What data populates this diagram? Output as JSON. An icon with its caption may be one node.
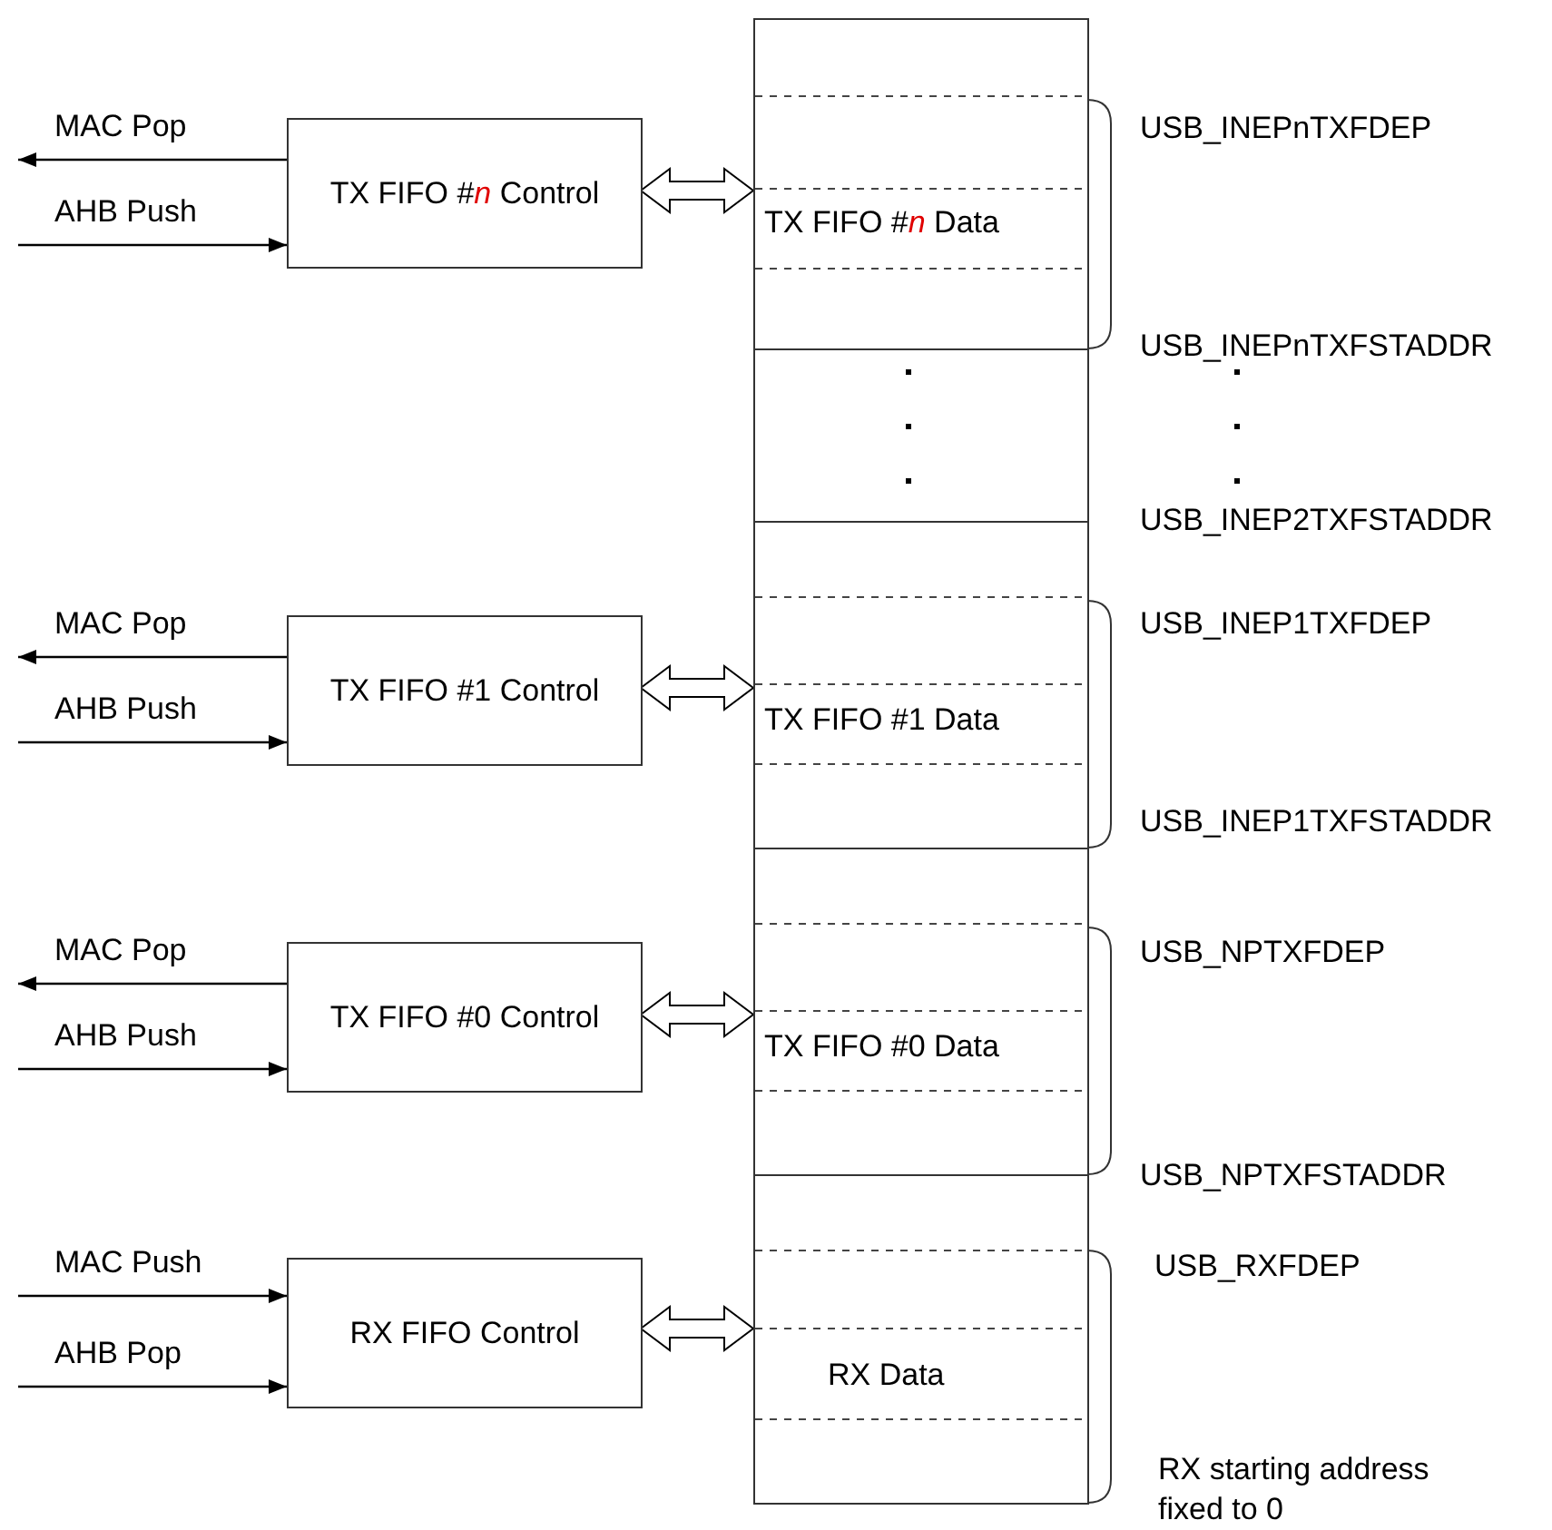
{
  "diagram": {
    "nodes": [
      {
        "text": [
          "TX FIFO #*n* Control"
        ]
      },
      {
        "text": [
          "TX FIFO #1 Control"
        ]
      },
      {
        "text": [
          "TX FIFO #0 Control"
        ]
      },
      {
        "text": [
          "RX FIFO Control"
        ]
      },
      {
        "text": [
          "TX FIFO #*n* Data"
        ]
      },
      {
        "text": [],
        "shape": "box"
      },
      {
        "text": [
          "TX FIFO #1 Data"
        ]
      },
      {
        "text": [
          "TX FIFO #0 Data"
        ]
      },
      {
        "text": [
          "RX Data"
        ]
      }
    ],
    "edges": [
      {
        "from": 0,
        "to": null,
        "arrow": "to",
        "label": "MAC Pop"
      },
      {
        "from": null,
        "to": 0,
        "arrow": "to",
        "label": "AHB Push"
      },
      {
        "from": 0,
        "to": 4,
        "arrow": "both"
      },
      {
        "from": 1,
        "to": null,
        "arrow": "to",
        "label": "MAC Pop"
      },
      {
        "from": null,
        "to": 1,
        "arrow": "to",
        "label": "AHB Push"
      },
      {
        "from": 1,
        "to": 6,
        "arrow": "both"
      },
      {
        "from": 2,
        "to": null,
        "arrow": "to",
        "label": "MAC Pop"
      },
      {
        "from": null,
        "to": 2,
        "arrow": "to",
        "label": "AHB Push"
      },
      {
        "from": 2,
        "to": 7,
        "arrow": "both"
      },
      {
        "from": null,
        "to": 3,
        "arrow": "to",
        "label": "MAC Push"
      },
      {
        "from": null,
        "to": 3,
        "arrow": "to",
        "label": "AHB Pop"
      },
      {
        "from": 3,
        "to": 8,
        "arrow": "both"
      }
    ],
    "labels": [
      "USB_INEPnTXFDEP",
      "USB_INEPnTXFSTADDR",
      "USB_INEP2TXFSTADDR",
      "USB_INEP1TXFDEP",
      "USB_INEP1TXFSTADDR",
      "USB_NPTXFDEP",
      "USB_NPTXFSTADDR",
      "USB_RXFDEP",
      "RX starting address fixed to 0"
    ]
  }
}
